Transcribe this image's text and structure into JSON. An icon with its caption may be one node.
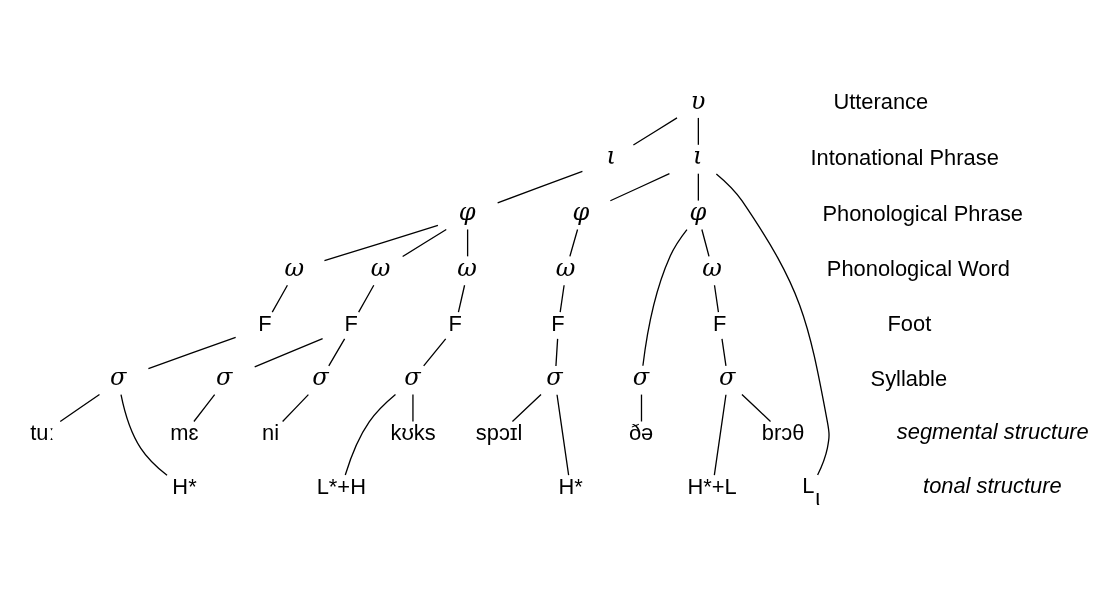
{
  "diagram": {
    "nodes": [
      {
        "text": [
          "υ"
        ]
      },
      {
        "text": [
          "ι"
        ]
      },
      {
        "text": [
          "ι"
        ]
      },
      {
        "text": [
          "φ"
        ]
      },
      {
        "text": [
          "φ"
        ]
      },
      {
        "text": [
          "φ"
        ]
      },
      {
        "text": [
          "ω"
        ]
      },
      {
        "text": [
          "ω"
        ]
      },
      {
        "text": [
          "ω"
        ]
      },
      {
        "text": [
          "ω"
        ]
      },
      {
        "text": [
          "ω"
        ]
      },
      {
        "text": [
          "F"
        ]
      },
      {
        "text": [
          "F"
        ]
      },
      {
        "text": [
          "F"
        ]
      },
      {
        "text": [
          "F"
        ]
      },
      {
        "text": [
          "F"
        ]
      },
      {
        "text": [
          "σ"
        ]
      },
      {
        "text": [
          "σ"
        ]
      },
      {
        "text": [
          "σ"
        ]
      },
      {
        "text": [
          "σ"
        ]
      },
      {
        "text": [
          "σ"
        ]
      },
      {
        "text": [
          "σ"
        ]
      },
      {
        "text": [
          "σ"
        ]
      },
      {
        "text": [
          "tuː"
        ]
      },
      {
        "text": [
          "mɛ"
        ]
      },
      {
        "text": [
          "ni"
        ]
      },
      {
        "text": [
          "kʊks"
        ]
      },
      {
        "text": [
          "spɔɪl"
        ]
      },
      {
        "text": [
          "ðə"
        ]
      },
      {
        "text": [
          "brɔθ"
        ]
      },
      {
        "text": [
          "H*"
        ]
      },
      {
        "text": [
          "L*+H"
        ]
      },
      {
        "text": [
          "H*"
        ]
      },
      {
        "text": [
          "H*+L"
        ]
      },
      {
        "text": [
          "L$_{ι}$"
        ]
      }
    ],
    "edges": [
      {
        "from": 0,
        "to": 1,
        "arrow": "none"
      },
      {
        "from": 0,
        "to": 2,
        "arrow": "none"
      },
      {
        "from": 1,
        "to": 3,
        "arrow": "none"
      },
      {
        "from": 2,
        "to": 4,
        "arrow": "none"
      },
      {
        "from": 2,
        "to": 5,
        "arrow": "none"
      },
      {
        "from": 2,
        "to": 34,
        "arrow": "none"
      },
      {
        "from": 3,
        "to": 6,
        "arrow": "none"
      },
      {
        "from": 3,
        "to": 7,
        "arrow": "none"
      },
      {
        "from": 3,
        "to": 8,
        "arrow": "none"
      },
      {
        "from": 4,
        "to": 9,
        "arrow": "none"
      },
      {
        "from": 5,
        "to": 21,
        "arrow": "none"
      },
      {
        "from": 5,
        "to": 10,
        "arrow": "none"
      },
      {
        "from": 6,
        "to": 11,
        "arrow": "none"
      },
      {
        "from": 7,
        "to": 12,
        "arrow": "none"
      },
      {
        "from": 8,
        "to": 13,
        "arrow": "none"
      },
      {
        "from": 9,
        "to": 14,
        "arrow": "none"
      },
      {
        "from": 10,
        "to": 15,
        "arrow": "none"
      },
      {
        "from": 11,
        "to": 16,
        "arrow": "none"
      },
      {
        "from": 12,
        "to": 17,
        "arrow": "none"
      },
      {
        "from": 12,
        "to": 18,
        "arrow": "none"
      },
      {
        "from": 13,
        "to": 19,
        "arrow": "none"
      },
      {
        "from": 14,
        "to": 20,
        "arrow": "none"
      },
      {
        "from": 15,
        "to": 22,
        "arrow": "none"
      },
      {
        "from": 16,
        "to": 23,
        "arrow": "none"
      },
      {
        "from": 17,
        "to": 24,
        "arrow": "none"
      },
      {
        "from": 18,
        "to": 25,
        "arrow": "none"
      },
      {
        "from": 19,
        "to": 26,
        "arrow": "none"
      },
      {
        "from": 20,
        "to": 27,
        "arrow": "none"
      },
      {
        "from": 21,
        "to": 28,
        "arrow": "none"
      },
      {
        "from": 22,
        "to": 29,
        "arrow": "none"
      },
      {
        "from": 16,
        "to": 30,
        "arrow": "none"
      },
      {
        "from": 19,
        "to": 31,
        "arrow": "none"
      },
      {
        "from": 20,
        "to": 32,
        "arrow": "none"
      },
      {
        "from": 22,
        "to": 33,
        "arrow": "none"
      }
    ],
    "labels": [
      "Utterance",
      "Intonational Phrase",
      "Phonological Phrase",
      "Phonological Word",
      "Foot",
      "Syllable",
      "segmental structure",
      "tonal structure"
    ]
  }
}
